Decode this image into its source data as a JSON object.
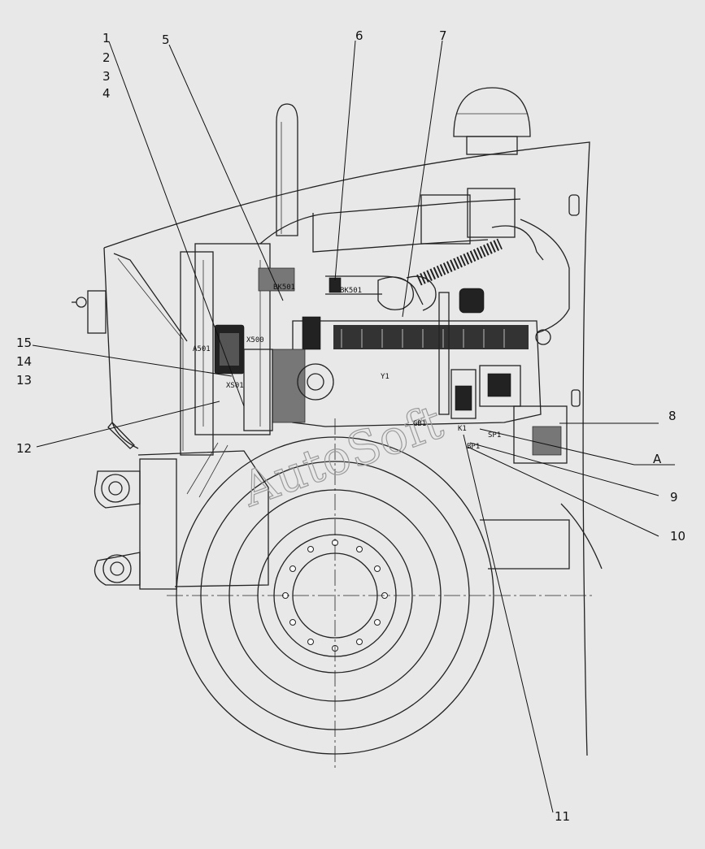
{
  "callouts": [
    "1",
    "2",
    "3",
    "4",
    "5",
    "6",
    "7",
    "8",
    "A",
    "9",
    "10",
    "11",
    "12",
    "13",
    "14",
    "15"
  ],
  "component_tags": [
    "BK501",
    "BK501",
    "X500",
    "A501",
    "XS01",
    "Y1",
    "GB1",
    "K1",
    "SP1",
    "BP1"
  ],
  "watermark": "AutoSoft"
}
